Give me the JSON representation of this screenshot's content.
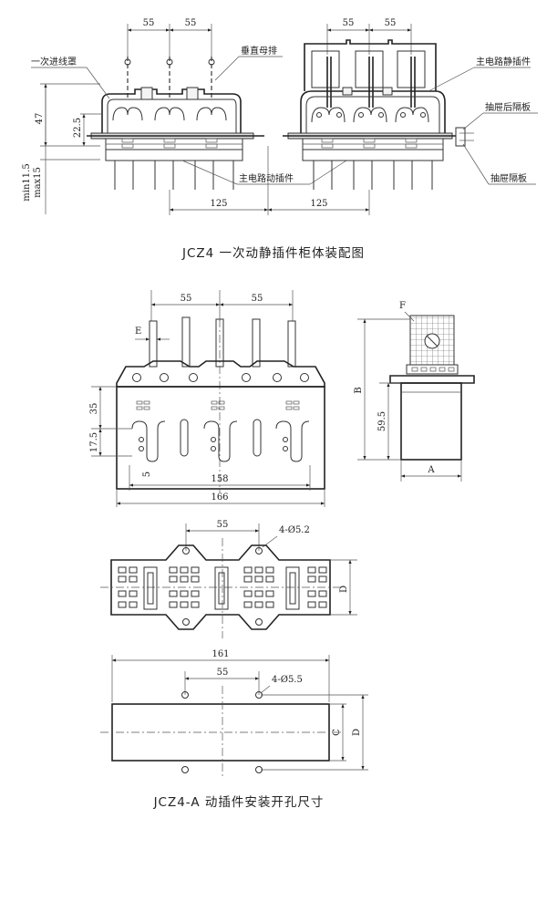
{
  "figure1": {
    "caption": "JCZ4 一次动静插件柜体装配图",
    "dims": {
      "d55a": "55",
      "d55b": "55",
      "d55c": "55",
      "d55d": "55",
      "d125a": "125",
      "d125b": "125",
      "d47": "47",
      "d22": "22.5",
      "dmin": "min11.5",
      "dmax": "max15"
    },
    "labels": {
      "cover": "一次进线罩",
      "busbar": "垂直母排",
      "moving": "主电路动插件",
      "static": "主电路静插件",
      "rear": "抽屉后隔板",
      "drawer": "抽屉隔板"
    }
  },
  "figure2": {
    "dims": {
      "d55a": "55",
      "d55b": "55",
      "dE": "E",
      "d35": "35",
      "d17": "17.5",
      "d5": "5",
      "d158": "158",
      "d166": "166",
      "dF": "F",
      "dB": "B",
      "d59": "59.5",
      "dA": "A"
    }
  },
  "figure3": {
    "dims": {
      "d55": "55",
      "holes": "4-Ø5.2",
      "dD": "D"
    }
  },
  "figure4": {
    "dims": {
      "d161": "161",
      "d55": "55",
      "holes": "4-Ø5.5",
      "dC": "C",
      "dD": "D"
    },
    "caption": "JCZ4-A 动插件安装开孔尺寸"
  }
}
